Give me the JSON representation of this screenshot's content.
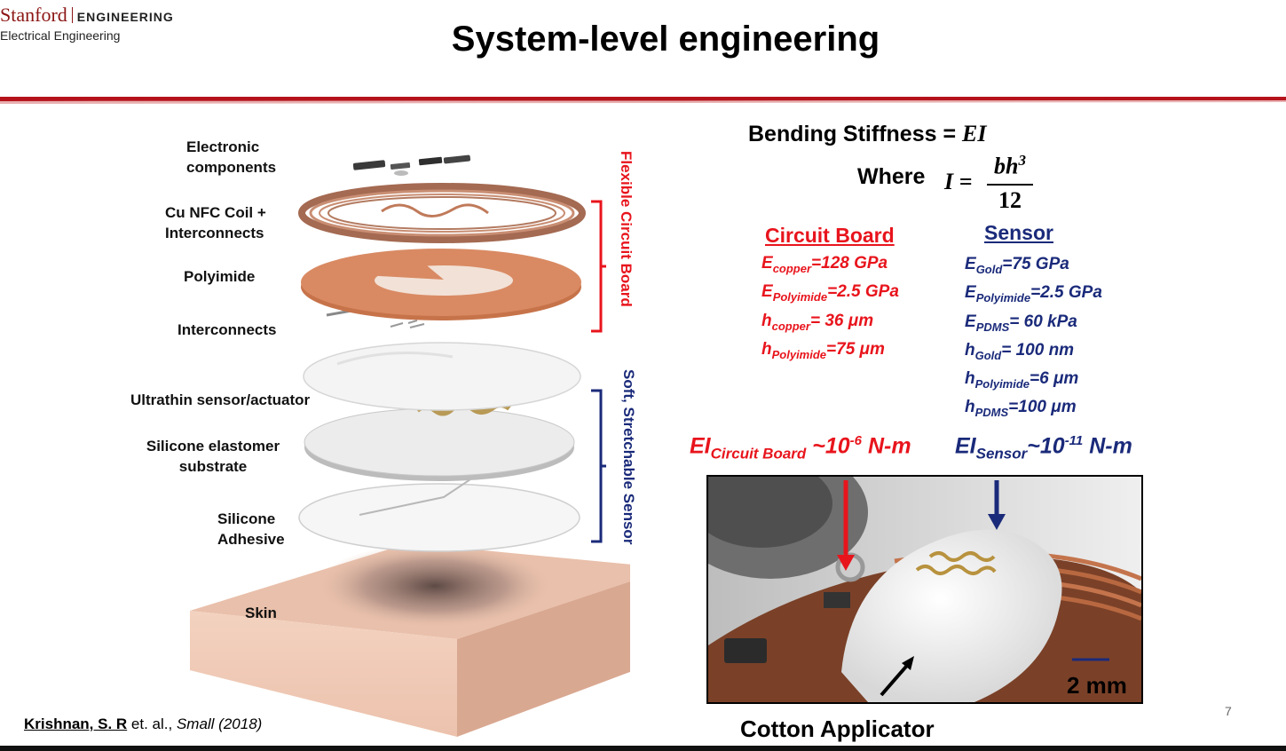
{
  "header": {
    "logo_name": "Stanford",
    "logo_school": "ENGINEERING",
    "logo_department": "Electrical Engineering",
    "title": "System-level engineering"
  },
  "diagram": {
    "layers": [
      {
        "label": "Electronic components"
      },
      {
        "label": "Cu NFC Coil + Interconnects"
      },
      {
        "label": "Polyimide"
      },
      {
        "label": "Interconnects"
      },
      {
        "label": "Ultrathin sensor/actuator"
      },
      {
        "label": "Silicone elastomer substrate"
      },
      {
        "label": "Silicone Adhesive"
      },
      {
        "label": "Skin"
      }
    ],
    "flex_bracket_label": "Flexible Circuit Board",
    "soft_bracket_label": "Soft, Stretchable Sensor"
  },
  "formula": {
    "bending_label": "Bending Stiffness =",
    "bending_symbol": "EI",
    "where_label": "Where",
    "i_symbol": "I =",
    "numerator": "bh",
    "exponent": "3",
    "denominator": "12"
  },
  "circuit_board": {
    "heading": "Circuit Board",
    "rows": [
      {
        "sym": "E",
        "sub": "copper",
        "val": "=128 GPa"
      },
      {
        "sym": "E",
        "sub": "Polyimide",
        "val": "=2.5 GPa"
      },
      {
        "sym": "h",
        "sub": "copper",
        "val": "= 36 μm"
      },
      {
        "sym": "h",
        "sub": "Polyimide",
        "val": "=75 μm"
      }
    ]
  },
  "sensor": {
    "heading": "Sensor",
    "rows": [
      {
        "sym": "E",
        "sub": "Gold",
        "val": "=75 GPa"
      },
      {
        "sym": "E",
        "sub": "Polyimide",
        "val": "=2.5 GPa"
      },
      {
        "sym": "E",
        "sub": "PDMS",
        "val": "= 60 kPa"
      },
      {
        "sym": "h",
        "sub": "Gold",
        "val": "= 100 nm"
      },
      {
        "sym": "h",
        "sub": "Polyimide",
        "val": "=6 μm"
      },
      {
        "sym": "h",
        "sub": "PDMS",
        "val": "=100 μm"
      }
    ]
  },
  "stiffness": {
    "cb_sym": "EI",
    "cb_sub": "Circuit Board",
    "cb_val": " ~10",
    "cb_exp": "-6",
    "cb_unit": " N-m",
    "s_sym": "EI",
    "s_sub": "Sensor",
    "s_val": "~10",
    "s_exp": "-11",
    "s_unit": " N-m"
  },
  "photo": {
    "scale_bar_label": "2 mm",
    "caption": "Cotton Applicator"
  },
  "citation": {
    "author": "Krishnan, S. R",
    "rest": " et. al., ",
    "journal": "Small (2018)"
  },
  "page_number": "7",
  "colors": {
    "stanford_red": "#8c1515",
    "circuit_red": "#e8141c",
    "sensor_navy": "#1a2a7a"
  }
}
